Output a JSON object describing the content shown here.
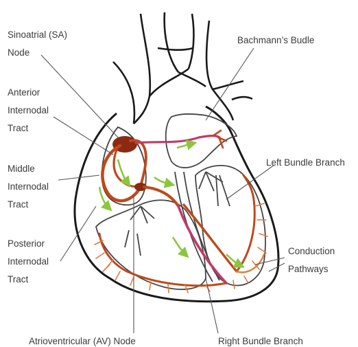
{
  "labels": {
    "sa_node": [
      "Sinoatrial (SA)",
      "Node"
    ],
    "anterior_tract": [
      "Anterior",
      "Internodal",
      "Tract"
    ],
    "middle_tract": [
      "Middle",
      "Internodal",
      "Tract"
    ],
    "posterior_tract": [
      "Posterior",
      "Internodal",
      "Tract"
    ],
    "av_node": "Atrioventricular (AV) Node",
    "bachmann": "Bachmann’s Budle",
    "left_bundle": "Left Bundle Branch",
    "conduction": [
      "Conduction",
      "Pathways"
    ],
    "right_bundle": "Right Bundle Branch"
  },
  "colors": {
    "outline": "#1a1a1a",
    "inner_line": "#444444",
    "pathway_dark": "#8a2a12",
    "pathway": "#c0481a",
    "pathway_light": "#e07a3a",
    "bundle_pink": "#c23a6a",
    "arrow": "#8cc63f",
    "leader_line": "#555555",
    "label_text": "#3a3a3a"
  }
}
